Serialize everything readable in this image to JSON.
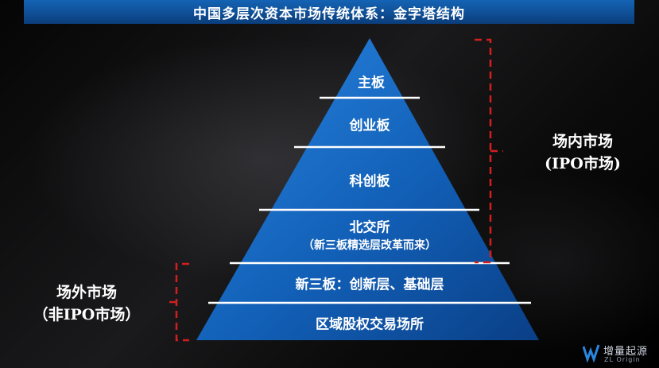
{
  "title": "中国多层次资本市场传统体系：金字塔结构",
  "tiers": [
    {
      "label": "主板"
    },
    {
      "label": "创业板"
    },
    {
      "label": "科创板"
    },
    {
      "label": "北交所",
      "sublabel": "（新三板精选层改革而来）"
    },
    {
      "label": "新三板：创新层、基础层"
    },
    {
      "label": "区域股权交易场所"
    }
  ],
  "groups": {
    "exchange": {
      "line1": "场内市场",
      "line2": "(IPO市场)"
    },
    "otc": {
      "line1": "场外市场",
      "line2": "（非IPO市场）"
    }
  },
  "logo": {
    "cn": "增量起源",
    "en": "ZL Origin"
  },
  "colors": {
    "title_bar": "#1463b4",
    "pyramid_top": "#1a73d1",
    "pyramid_bottom": "#0b4a9a",
    "bracket": "#d21e1e"
  }
}
